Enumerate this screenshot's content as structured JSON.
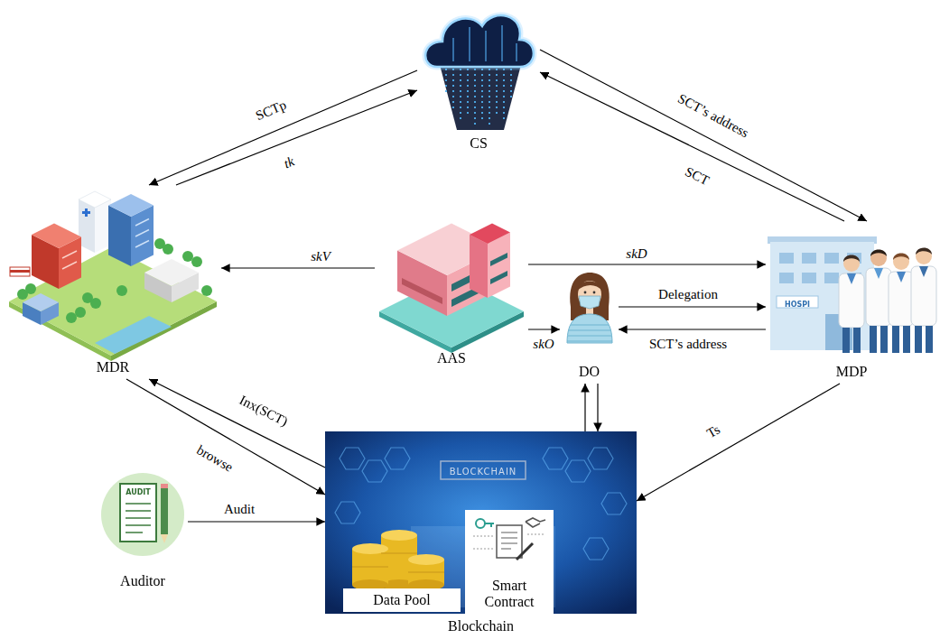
{
  "diagram": {
    "nodes": [
      {
        "text": [
          "CS"
        ]
      },
      {
        "text": [
          "MDR"
        ]
      },
      {
        "text": [
          "AAS"
        ]
      },
      {
        "text": [
          "DO"
        ]
      },
      {
        "text": [
          "MDP"
        ]
      },
      {
        "text": [
          "Auditor"
        ]
      },
      {
        "text": [
          "Blockchain"
        ]
      },
      {
        "text": [
          "Data Pool"
        ],
        "in": 6
      },
      {
        "text": [
          "Smart Contract"
        ],
        "in": 6
      }
    ],
    "edges": [
      {
        "from": 0,
        "to": 1,
        "label": "SCTp",
        "arrow": "to"
      },
      {
        "from": 1,
        "to": 0,
        "label": "tk",
        "arrow": "to"
      },
      {
        "from": 0,
        "to": 4,
        "label": "SCT’s address",
        "arrow": "to"
      },
      {
        "from": 4,
        "to": 0,
        "label": "SCT",
        "arrow": "to"
      },
      {
        "from": 2,
        "to": 1,
        "label": "skV",
        "arrow": "to"
      },
      {
        "from": 2,
        "to": 4,
        "label": "skD",
        "arrow": "to"
      },
      {
        "from": 2,
        "to": 3,
        "label": "skO",
        "arrow": "to"
      },
      {
        "from": 3,
        "to": 4,
        "label": "Delegation",
        "arrow": "to"
      },
      {
        "from": 4,
        "to": 3,
        "label": "SCT’s address",
        "arrow": "to"
      },
      {
        "from": 6,
        "to": 1,
        "label": "Inx(SCT)",
        "arrow": "to"
      },
      {
        "from": 1,
        "to": 6,
        "label": "browse",
        "arrow": "to"
      },
      {
        "from": 3,
        "to": 6,
        "arrow": "to"
      },
      {
        "from": 6,
        "to": 3,
        "arrow": "to"
      },
      {
        "from": 5,
        "to": 6,
        "label": "Audit",
        "arrow": "to"
      },
      {
        "from": 4,
        "to": 6,
        "label": "Ts",
        "arrow": "to"
      }
    ],
    "labels": [
      "BLOCKCHAIN",
      "AUDIT",
      "HOSPI"
    ]
  }
}
